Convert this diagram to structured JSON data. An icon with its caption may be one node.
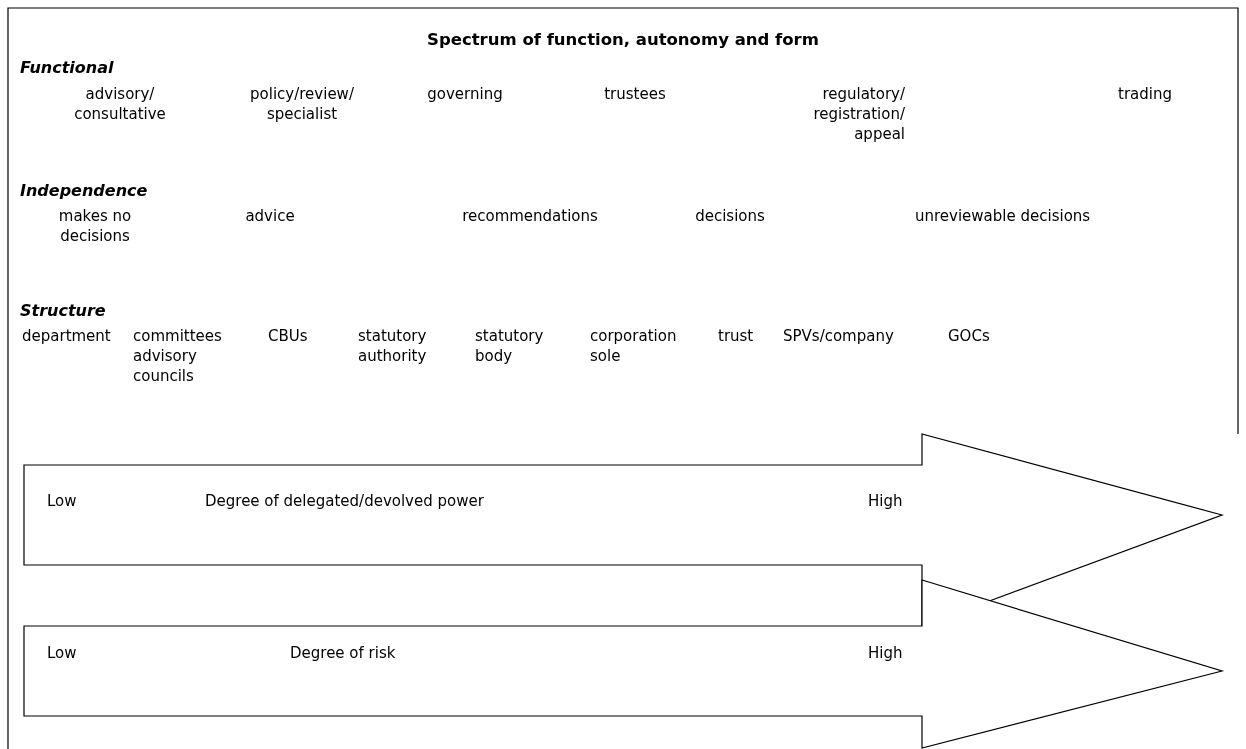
{
  "diagram": {
    "title": "Spectrum of function, autonomy and form",
    "nodes": [
      {
        "text": [
          "Low",
          "Degree of delegated/devolved power",
          "High"
        ]
      },
      {
        "text": [
          "Low",
          "Degree of risk",
          "High"
        ]
      }
    ],
    "labels": [
      "Functional",
      "advisory/ consultative",
      "policy/review/ specialist",
      "governing",
      "trustees",
      "regulatory/ registration/ appeal",
      "trading",
      "Independence",
      "makes no decisions",
      "advice",
      "recommendations",
      "decisions",
      "unreviewable decisions",
      "Structure",
      "department",
      "committees advisory councils",
      "CBUs",
      "statutory authority",
      "statutory body",
      "corporation sole",
      "trust",
      "SPVs/company",
      "GOCs"
    ]
  }
}
